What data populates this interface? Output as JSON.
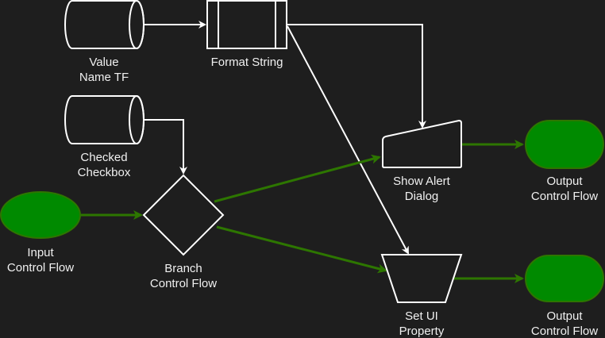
{
  "diagram": {
    "background": "#1e1e1e",
    "colors": {
      "control_flow_node": "#008a00",
      "control_flow_edge": "#2d7600",
      "data_edge": "#ffffff",
      "shape_stroke": "#ffffff"
    },
    "nodes": {
      "value_name_tf": {
        "line1": "Value",
        "line2": "Name TF"
      },
      "format_string": {
        "line1": "Format String"
      },
      "checked_checkbox": {
        "line1": "Checked",
        "line2": "Checkbox"
      },
      "input_control_flow": {
        "line1": "Input",
        "line2": "Control Flow"
      },
      "branch_control_flow": {
        "line1": "Branch",
        "line2": "Control Flow"
      },
      "show_alert_dialog": {
        "line1": "Show Alert",
        "line2": "Dialog"
      },
      "set_ui_property": {
        "line1": "Set UI",
        "line2": "Property"
      },
      "output_control_flow_top": {
        "line1": "Output",
        "line2": "Control Flow"
      },
      "output_control_flow_bottom": {
        "line1": "Output",
        "line2": "Control Flow"
      }
    },
    "edges": [
      {
        "from": "Value Name TF",
        "to": "Format String",
        "kind": "data"
      },
      {
        "from": "Format String",
        "to": "Show Alert Dialog",
        "kind": "data"
      },
      {
        "from": "Format String",
        "to": "Set UI Property",
        "kind": "data"
      },
      {
        "from": "Checked Checkbox",
        "to": "Branch Control Flow",
        "kind": "data"
      },
      {
        "from": "Input Control Flow",
        "to": "Branch Control Flow",
        "kind": "control"
      },
      {
        "from": "Branch Control Flow",
        "to": "Show Alert Dialog",
        "kind": "control"
      },
      {
        "from": "Branch Control Flow",
        "to": "Set UI Property",
        "kind": "control"
      },
      {
        "from": "Show Alert Dialog",
        "to": "Output Control Flow",
        "kind": "control"
      },
      {
        "from": "Set UI Property",
        "to": "Output Control Flow",
        "kind": "control"
      }
    ]
  }
}
